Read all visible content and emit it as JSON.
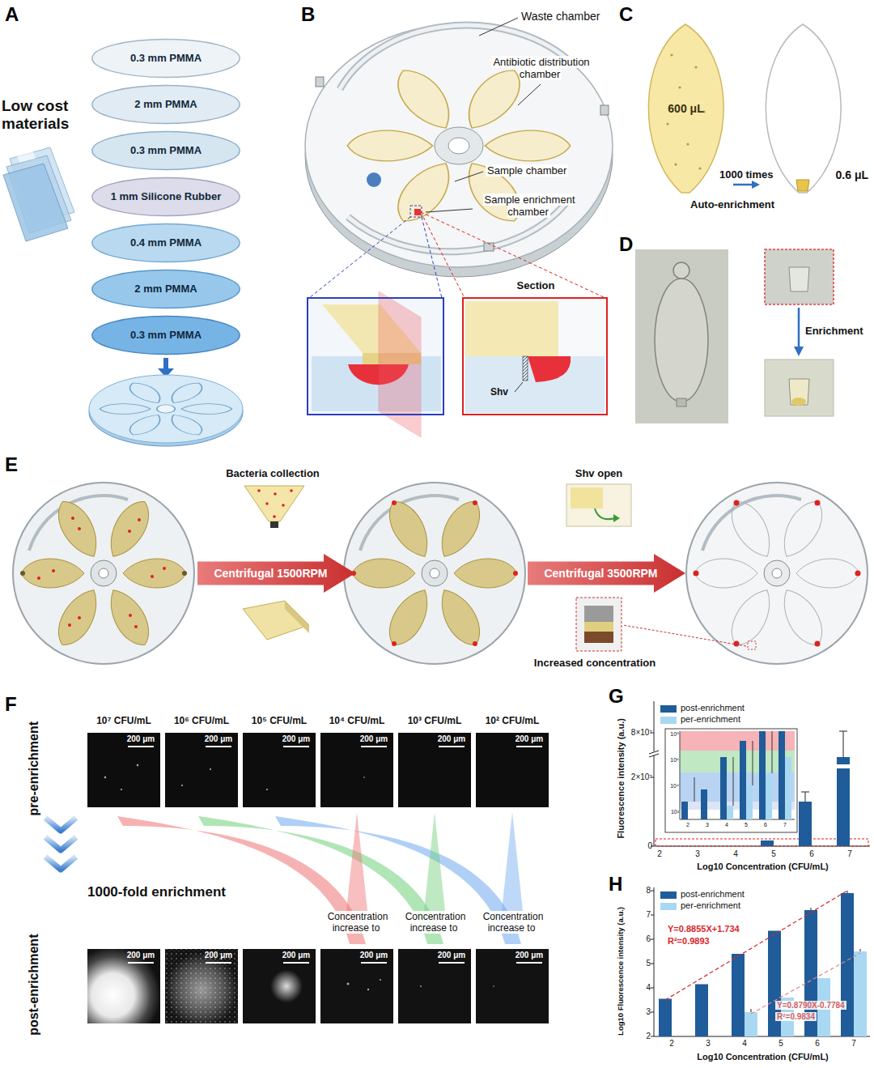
{
  "diagram": {
    "nodes": [
      {
        "text": [
          "0.3 mm PMMA"
        ]
      },
      {
        "text": [
          "2 mm PMMA"
        ]
      },
      {
        "text": [
          "0.3 mm PMMA"
        ]
      },
      {
        "text": [
          "1 mm Silicone Rubber"
        ]
      },
      {
        "text": [
          "0.4 mm PMMA"
        ]
      },
      {
        "text": [
          "2 mm PMMA"
        ]
      },
      {
        "text": [
          "0.3 mm PMMA"
        ]
      },
      {
        "text": [
          "600 μL"
        ]
      },
      {
        "text": [
          "0.6 μL"
        ]
      },
      {
        "text": [
          "Centrifugal 1500RPM"
        ]
      },
      {
        "text": [
          "Centrifugal 3500RPM"
        ]
      }
    ],
    "edges": [
      {
        "from": 7,
        "to": 8,
        "arrow": "to",
        "label": "1000 times"
      }
    ],
    "labels": [
      "A",
      "Low cost materials",
      "B",
      "Waste chamber",
      "Antibiotic distribution chamber",
      "Sample chamber",
      "Sample enrichment chamber",
      "Section",
      "Shv",
      "C",
      "Auto-enrichment",
      "D",
      "Enrichment",
      "E",
      "Bacteria collection",
      "Shv open",
      "Increased concentration",
      "F",
      "10⁷ CFU/mL",
      "10⁶ CFU/mL",
      "10⁵ CFU/mL",
      "10⁴ CFU/mL",
      "10³ CFU/mL",
      "10² CFU/mL",
      "pre-enrichment",
      "200 μm",
      "200 μm",
      "200 μm",
      "200 μm",
      "200 μm",
      "200 μm",
      "1000-fold enrichment",
      "Concentration increase to",
      "Concentration increase to",
      "Concentration increase to",
      "post-enrichment",
      "200 μm",
      "200 μm",
      "200 μm",
      "200 μm",
      "200 μm",
      "200 μm",
      "G",
      "Fluorescence intensity (a.u.)",
      "8×10⁷",
      "2×10⁷",
      "0",
      "2",
      "3",
      "4",
      "5",
      "6",
      "7",
      "Log10 Concentration (CFU/mL)",
      "10⁸",
      "10⁶",
      "10⁴",
      "10²",
      "2",
      "3",
      "4",
      "5",
      "6",
      "7",
      "H",
      "Log10 Fluorescence intensity (a.u.)",
      "2",
      "3",
      "4",
      "5",
      "6",
      "7",
      "8",
      "2",
      "3",
      "4",
      "5",
      "6",
      "7",
      "Log10 Concentration (CFU/mL)",
      "Y=0.8855X+1.734",
      "R²=0.9893",
      "Y=0.8790X-0.7784",
      "R²=0.9834"
    ],
    "legend": [
      {
        "text": "post-enrichment",
        "color": "#1f5c99"
      },
      {
        "text": "per-enrichment",
        "color": "#a9d8f2"
      },
      {
        "text": "post-enrichment",
        "color": "#1f5c99"
      },
      {
        "text": "per-enrichment",
        "color": "#a9d8f2"
      }
    ]
  }
}
